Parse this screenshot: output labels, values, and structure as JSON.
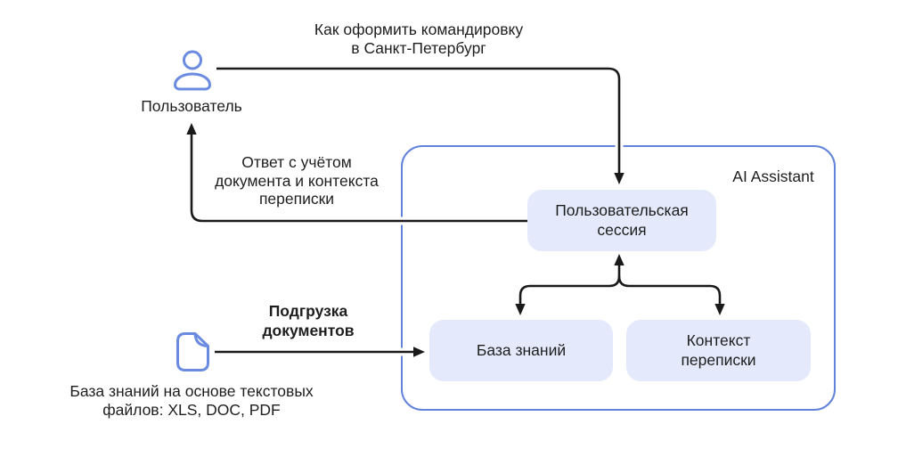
{
  "diagram": {
    "user": {
      "label": "Пользователь"
    },
    "question": {
      "text": "Как оформить командировку\nв Санкт-Петербург"
    },
    "answer": {
      "text": "Ответ с учётом\nдокумента и контекста\nпереписки"
    },
    "upload": {
      "text": "Подгрузка\nдокументов"
    },
    "kb_caption": {
      "text": "База знаний на основе текстовых\nфайлов: XLS, DOC, PDF"
    },
    "assistant": {
      "title": "AI Assistant",
      "session_box": {
        "text": "Пользовательская\nсессия"
      },
      "knowledge_box": {
        "text": "База знаний"
      },
      "context_box": {
        "text": "Контекст\nпереписки"
      }
    },
    "icons": {
      "user": "user-icon",
      "document": "document-icon"
    },
    "colors": {
      "accent_blue": "#6283da",
      "icon_blue": "#6a8be0",
      "pill_fill": "#e4eafc",
      "line_black": "#1a1a1a",
      "text": "#1e1e1e",
      "background": "#ffffff"
    }
  }
}
